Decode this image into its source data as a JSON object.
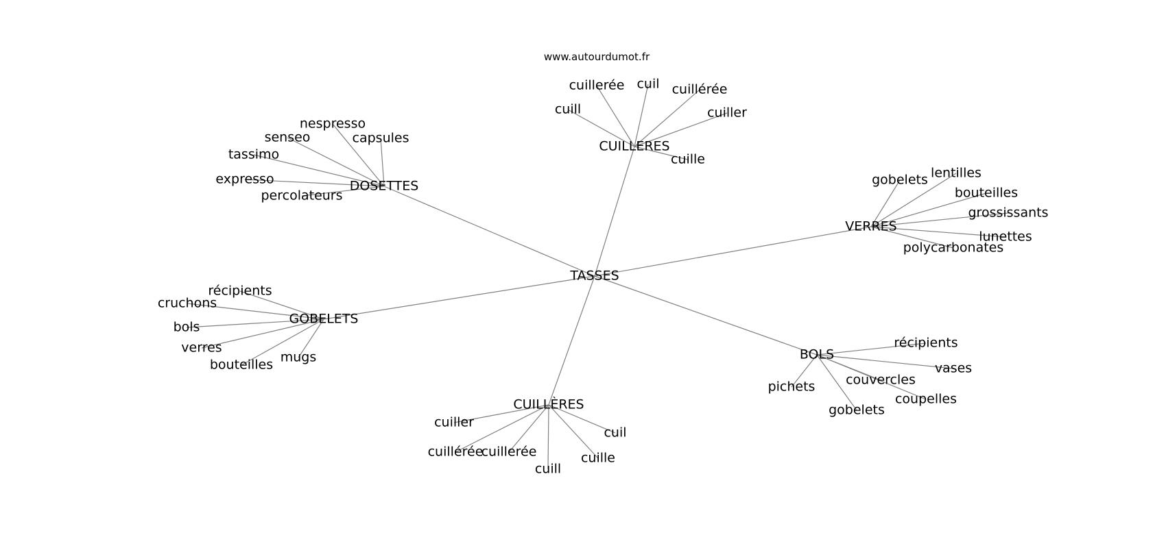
{
  "source": "www.autourdumot.fr",
  "root": "TASSES",
  "groups": [
    {
      "label": "CUILLERES",
      "children": [
        "cuillerée",
        "cuil",
        "cuillérée",
        "cuill",
        "cuiller",
        "cuille"
      ]
    },
    {
      "label": "DOSETTES",
      "children": [
        "nespresso",
        "senseo",
        "capsules",
        "tassimo",
        "expresso",
        "percolateurs"
      ]
    },
    {
      "label": "VERRES",
      "children": [
        "gobelets",
        "lentilles",
        "bouteilles",
        "grossissants",
        "lunettes",
        "polycarbonates"
      ]
    },
    {
      "label": "GOBELETS",
      "children": [
        "récipients",
        "cruchons",
        "bols",
        "verres",
        "bouteilles",
        "mugs"
      ]
    },
    {
      "label": "BOLS",
      "children": [
        "récipients",
        "vases",
        "pichets",
        "couvercles",
        "coupelles",
        "gobelets"
      ]
    },
    {
      "label": "CUILLÈRES",
      "children": [
        "cuiller",
        "cuil",
        "cuillérée",
        "cuillerée",
        "cuille",
        "cuill"
      ]
    }
  ]
}
